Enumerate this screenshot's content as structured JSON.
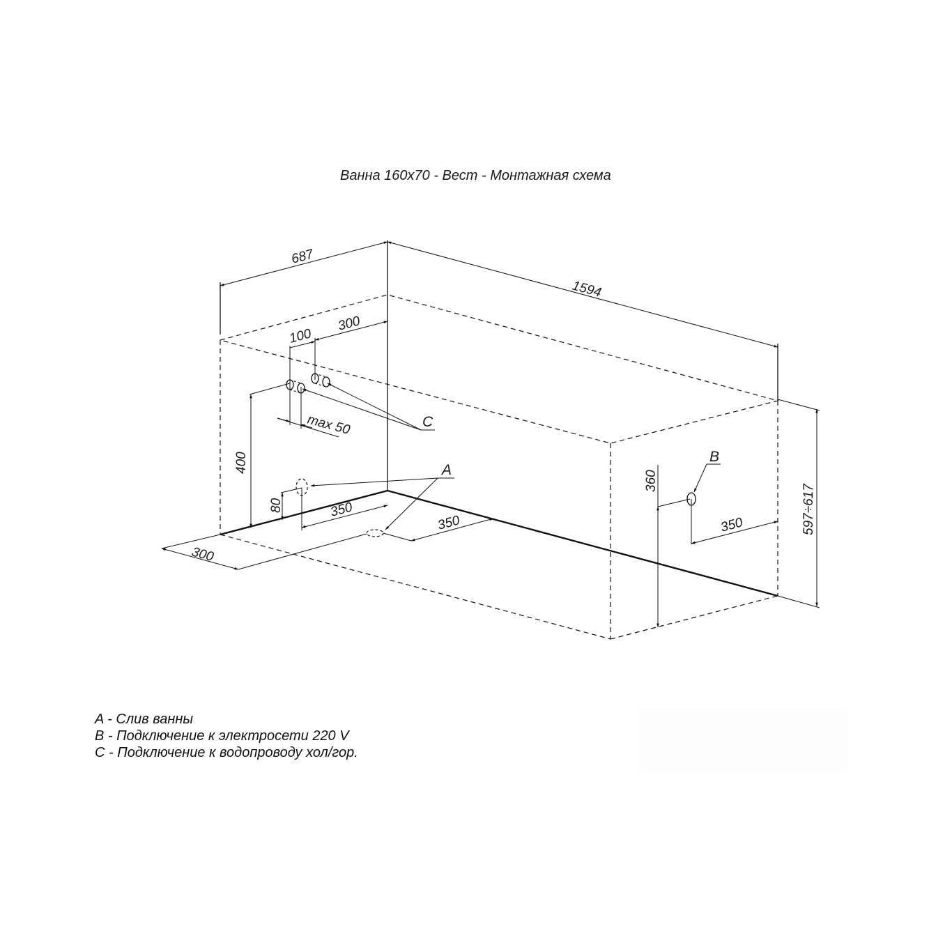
{
  "title": "Ванна 160x70 - Вест - Монтажная схема",
  "colors": {
    "line": "#111111",
    "background": "#ffffff"
  },
  "dimensions": {
    "depth_top": "687",
    "length_top": "1594",
    "inlet_spacing": "100",
    "inlet_from_corner": "300",
    "inlet_offset_max": "max 50",
    "inlet_height": "400",
    "drain_height": "80",
    "drain_from_corner": "350",
    "floor_drain_from_corner": "350",
    "floor_offset": "300",
    "power_height": "360",
    "power_from_edge": "350",
    "total_height": "597÷617"
  },
  "markers": {
    "a": "A",
    "b": "B",
    "c": "C"
  },
  "legend": {
    "items": [
      "A - Слив ванны",
      "B - Подключение к электросети 220 V",
      "C - Подключение к водопроводу хол/гор."
    ]
  }
}
